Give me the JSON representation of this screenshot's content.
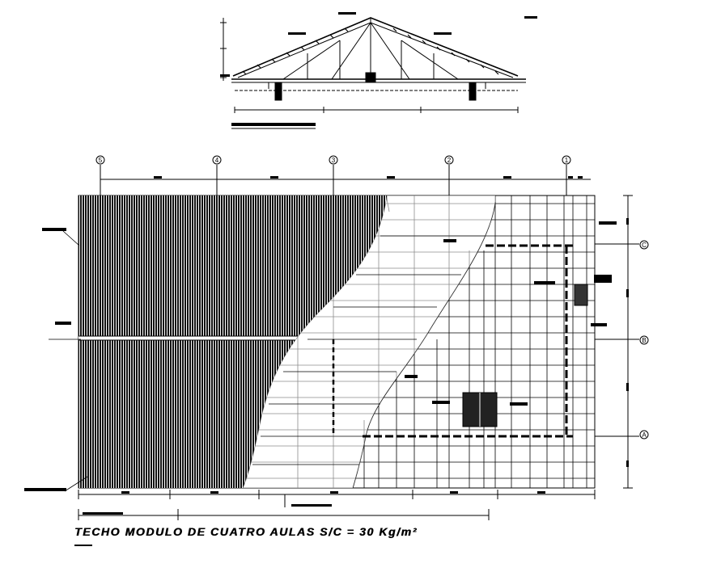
{
  "drawing": {
    "title": "TECHO MODULO DE CUATRO AULAS  S/C = 30 Kg/m²",
    "grid_axes_horizontal": [
      "5",
      "4",
      "3",
      "2",
      "1"
    ],
    "grid_axes_vertical": [
      "C",
      "B",
      "A"
    ]
  },
  "colors": {
    "ink": "#000000",
    "paper": "#ffffff",
    "hatch": "#111111"
  }
}
